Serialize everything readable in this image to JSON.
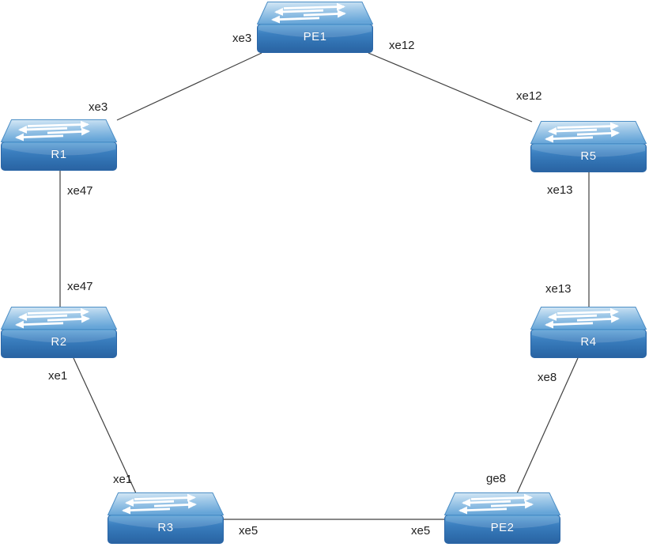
{
  "diagram": {
    "type": "network-topology",
    "background_color": "#ffffff"
  },
  "colors": {
    "switch_top_light": "#d7e9f6",
    "switch_top_mid": "#9fc8e8",
    "switch_top_dark": "#66a5d8",
    "switch_front_light": "#5ba0d6",
    "switch_front_mid": "#3378b8",
    "switch_front_dark": "#2a63a2",
    "switch_border": "#4d8fc6",
    "arrow_glyph": "#ffffff",
    "link_line": "#404040",
    "interface_label_text": "#222222",
    "node_label_text": "#ffffff"
  },
  "nodes": [
    {
      "id": "pe1",
      "label": "PE1",
      "icon": "switch-icon"
    },
    {
      "id": "r1",
      "label": "R1",
      "icon": "switch-icon"
    },
    {
      "id": "r5",
      "label": "R5",
      "icon": "switch-icon"
    },
    {
      "id": "r2",
      "label": "R2",
      "icon": "switch-icon"
    },
    {
      "id": "r4",
      "label": "R4",
      "icon": "switch-icon"
    },
    {
      "id": "r3",
      "label": "R3",
      "icon": "switch-icon"
    },
    {
      "id": "pe2",
      "label": "PE2",
      "icon": "switch-icon"
    }
  ],
  "links": [
    {
      "from": "PE1",
      "from_if": "xe3",
      "to": "R1",
      "to_if": "xe3"
    },
    {
      "from": "PE1",
      "from_if": "xe12",
      "to": "R5",
      "to_if": "xe12"
    },
    {
      "from": "R1",
      "from_if": "xe47",
      "to": "R2",
      "to_if": "xe47"
    },
    {
      "from": "R5",
      "from_if": "xe13",
      "to": "R4",
      "to_if": "xe13"
    },
    {
      "from": "R2",
      "from_if": "xe1",
      "to": "R3",
      "to_if": "xe1"
    },
    {
      "from": "R4",
      "from_if": "xe8",
      "to": "PE2",
      "to_if": "ge8"
    },
    {
      "from": "R3",
      "from_if": "xe5",
      "to": "PE2",
      "to_if": "xe5"
    }
  ]
}
